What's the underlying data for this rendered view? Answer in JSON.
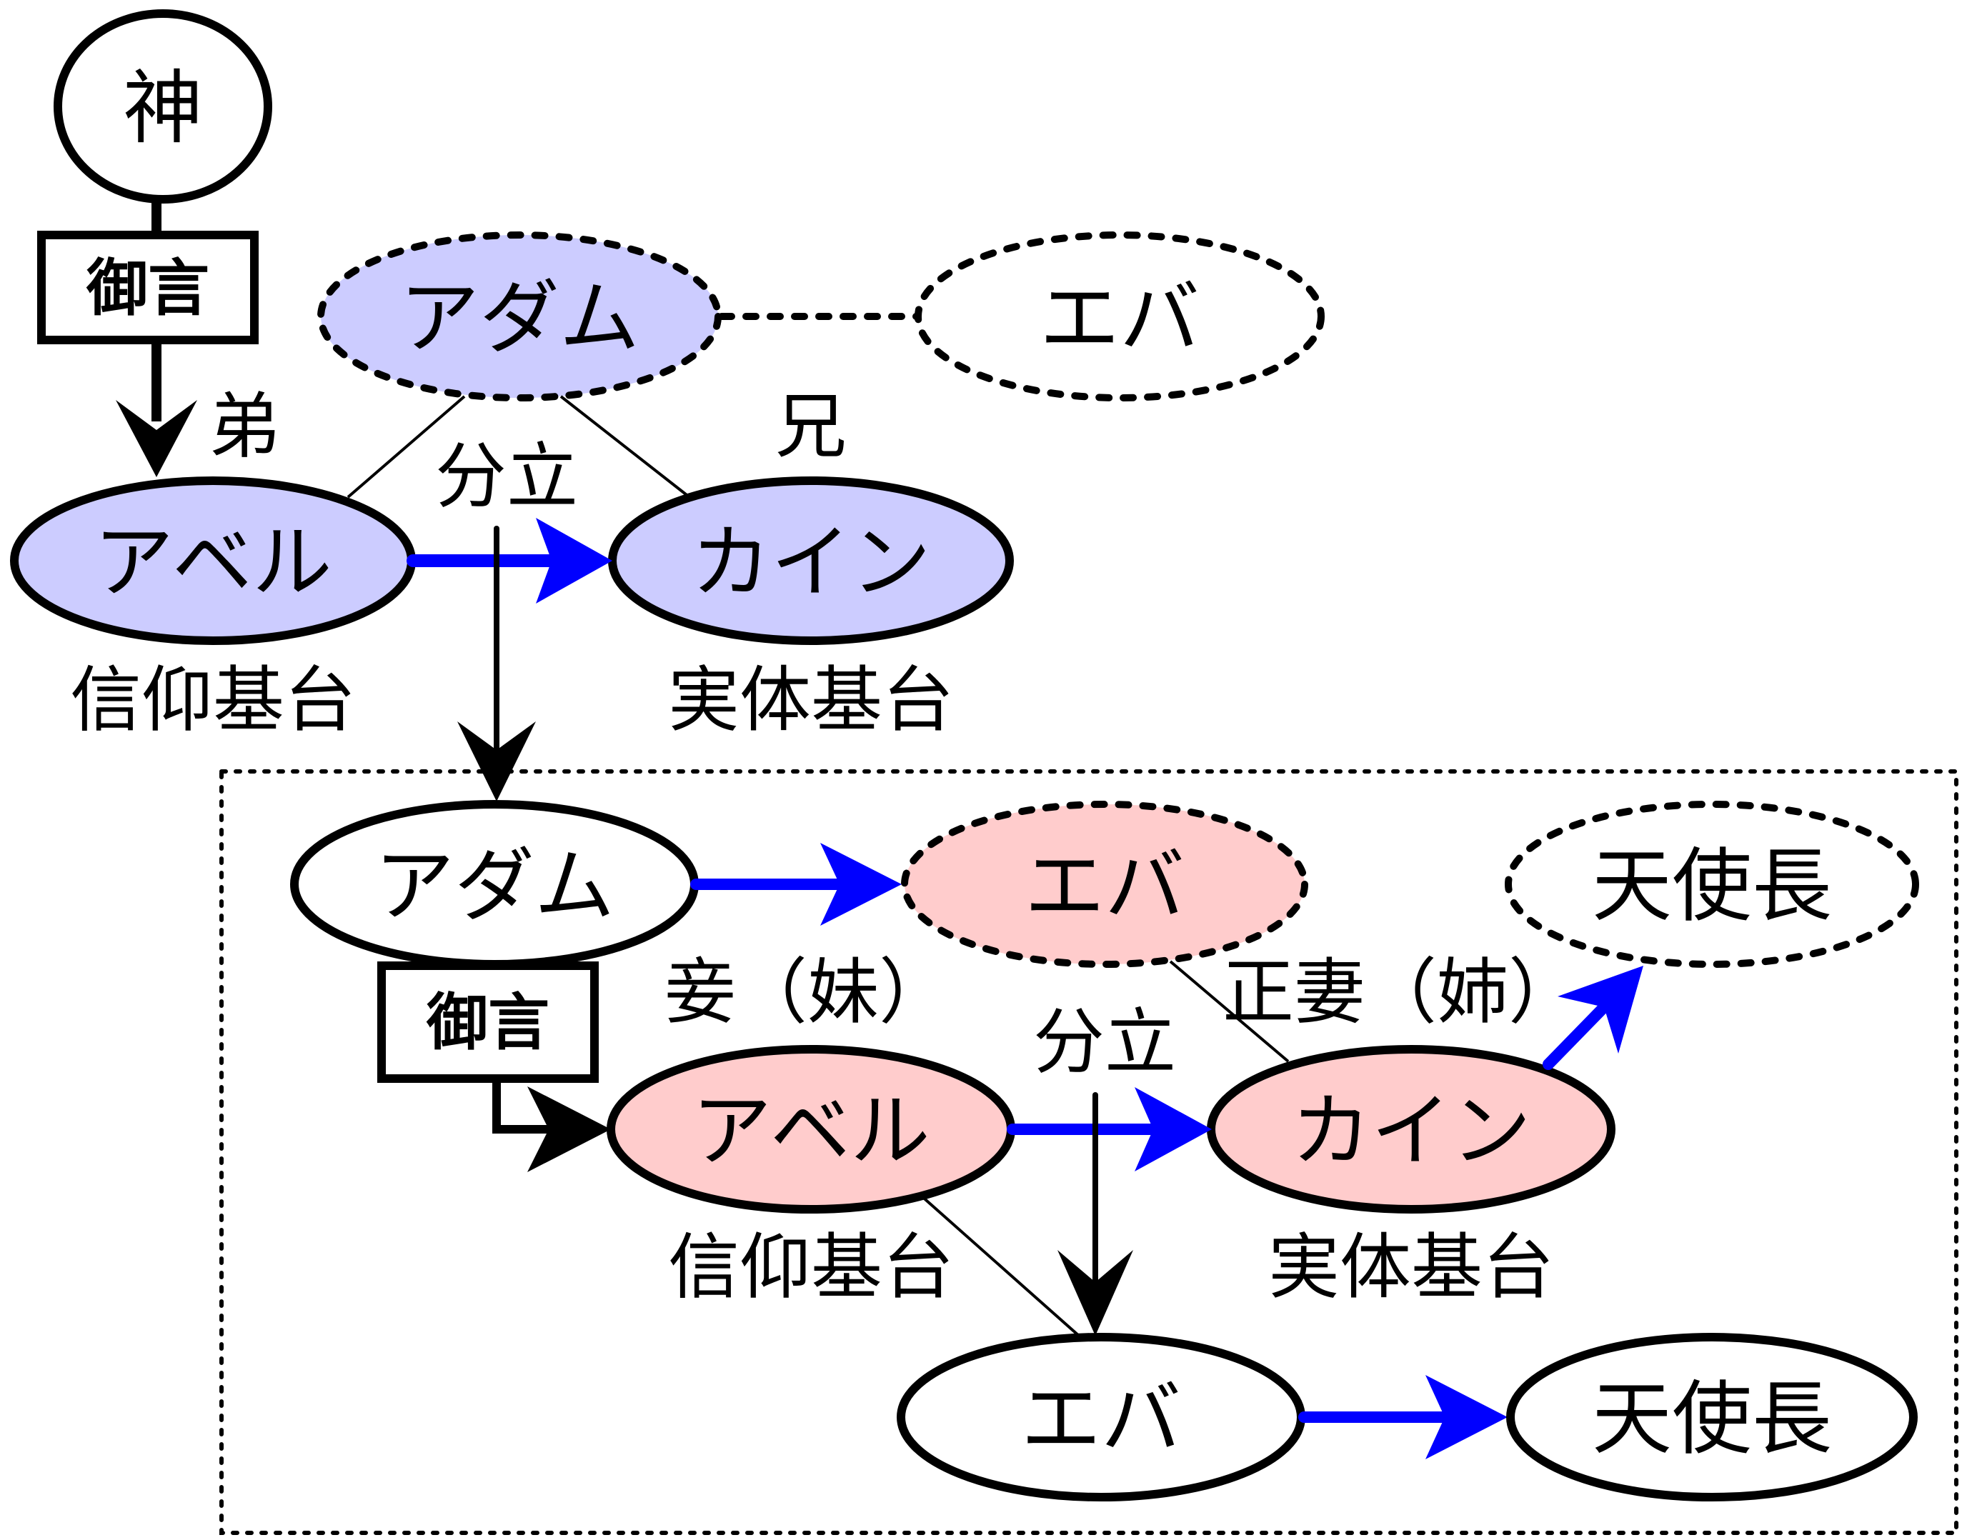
{
  "colors": {
    "blue_fill": "#ccccff",
    "pink_fill": "#ffcccc",
    "arrow_blue": "#0000ff",
    "stroke": "#000000"
  },
  "top": {
    "god": "神",
    "word_box": "御言",
    "adam": "アダム",
    "eve": "エバ",
    "abel": "アベル",
    "cain": "カイン",
    "younger_label": "弟",
    "elder_label": "兄",
    "split_label": "分立",
    "faith_label": "信仰基台",
    "substance_label": "実体基台"
  },
  "bottom": {
    "adam": "アダム",
    "eve_pink": "エバ",
    "archangel_dashed": "天使長",
    "word_box": "御言",
    "concubine_label": "妾（妹）",
    "wife_label": "正妻（姉）",
    "split_label": "分立",
    "abel": "アベル",
    "cain": "カイン",
    "faith_label": "信仰基台",
    "substance_label": "実体基台",
    "eve": "エバ",
    "archangel": "天使長"
  }
}
